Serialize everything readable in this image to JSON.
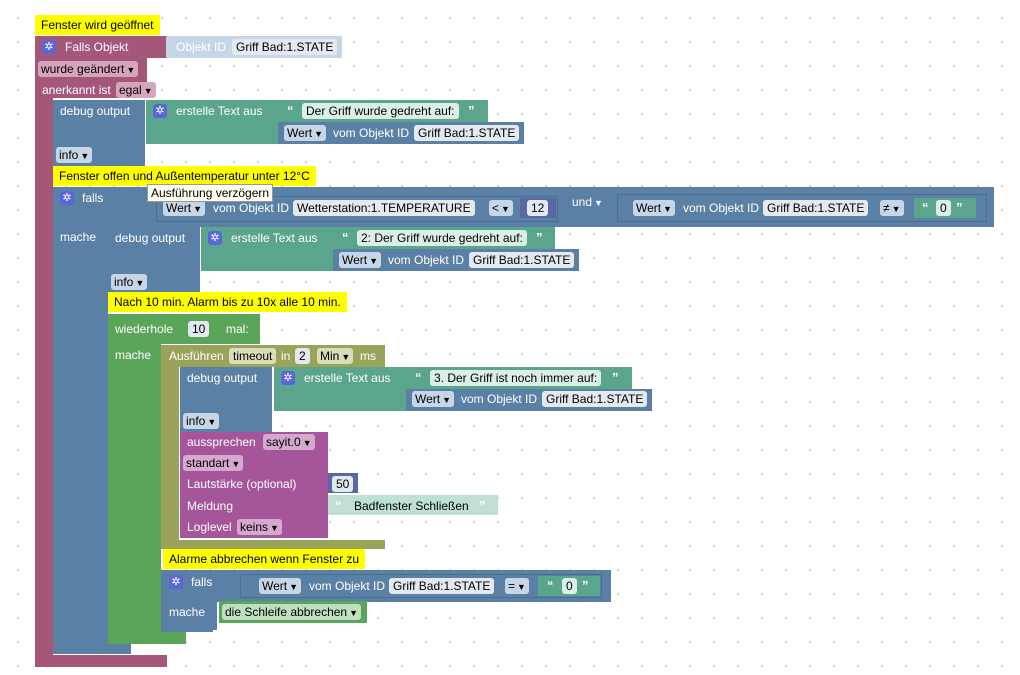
{
  "comments": {
    "c1": "Fenster wird geöffnet",
    "c2": "Fenster offen und Außentemperatur unter 12°C",
    "c3": "Nach 10 min. Alarm bis zu 10x alle 10 min.",
    "c4": "Alarme abbrechen wenn Fenster zu"
  },
  "tooltip": "Ausführung verzögern",
  "trigger": {
    "label": "Falls Objekt",
    "objid_label": "Objekt ID",
    "objid_value": "Griff Bad:1.STATE",
    "changed": "wurde geändert",
    "ack_label": "anerkannt ist",
    "ack_value": "egal"
  },
  "debug1": {
    "label": "debug output",
    "text_label": "erstelle Text aus",
    "string": "Der Griff wurde gedreht auf:",
    "wert": "Wert",
    "vom": "vom Objekt ID",
    "obj": "Griff Bad:1.STATE",
    "level": "info"
  },
  "if1": {
    "falls": "falls",
    "mache": "mache",
    "wert": "Wert",
    "vom": "vom Objekt ID",
    "obj1": "Wetterstation:1.TEMPERATURE",
    "op1": "<",
    "num": "12",
    "und": "und",
    "obj2": "Griff Bad:1.STATE",
    "op2": "≠",
    "str": "0"
  },
  "debug2": {
    "label": "debug output",
    "text_label": "erstelle Text aus",
    "string": "2: Der Griff wurde gedreht auf:",
    "wert": "Wert",
    "vom": "vom Objekt ID",
    "obj": "Griff Bad:1.STATE",
    "level": "info"
  },
  "repeat": {
    "label": "wiederhole",
    "count": "10",
    "mal": "mal:",
    "mache": "mache"
  },
  "timeout": {
    "label": "Ausführen",
    "name": "timeout",
    "in": "in",
    "value": "2",
    "unit": "Min",
    "ms": "ms"
  },
  "debug3": {
    "label": "debug output",
    "text_label": "erstelle Text aus",
    "string": "3. Der Griff ist noch immer auf:",
    "wert": "Wert",
    "vom": "vom Objekt ID",
    "obj": "Griff Bad:1.STATE",
    "level": "info"
  },
  "speak": {
    "label": "aussprechen",
    "instance": "sayit.0",
    "mode": "standart",
    "volume_label": "Lautstärke (optional)",
    "volume": "50",
    "msg_label": "Meldung",
    "msg": "Badfenster Schließen",
    "log_label": "Loglevel",
    "log": "keins"
  },
  "if2": {
    "falls": "falls",
    "mache": "mache",
    "wert": "Wert",
    "vom": "vom Objekt ID",
    "obj": "Griff Bad:1.STATE",
    "op": "=",
    "str": "0",
    "break": "die Schleife abbrechen"
  },
  "colors": {
    "event": "#a5577a",
    "debug": "#5b80a5",
    "text": "#5ba58c",
    "logic": "#5b80a5",
    "loop": "#5ba55b",
    "timeout": "#9aa35a",
    "speak": "#a5569a",
    "comment": "#fefe00"
  }
}
